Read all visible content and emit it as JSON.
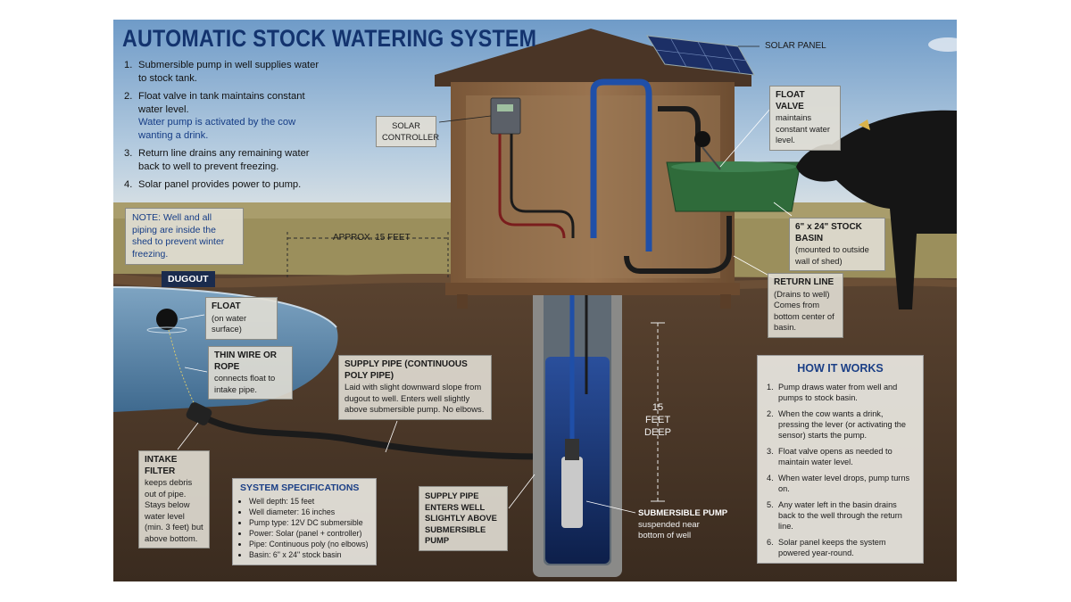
{
  "title": "AUTOMATIC STOCK WATERING SYSTEM",
  "steps": [
    {
      "num": "1.",
      "text": "Submersible pump in well supplies water to stock tank.",
      "note": ""
    },
    {
      "num": "2.",
      "text": "Float valve in tank maintains constant water level.",
      "note": "Water pump is activated by the cow wanting a drink."
    },
    {
      "num": "3.",
      "text": "Return line drains any remaining water back to well to prevent freezing.",
      "note": ""
    },
    {
      "num": "4.",
      "text": "Solar panel provides power to pump.",
      "note": ""
    }
  ],
  "note": "NOTE: Well and all piping are inside the shed to prevent winter freezing.",
  "labels": {
    "solar_panel": "SOLAR PANEL",
    "solar_controller": "SOLAR CONTROLLER",
    "float_valve": {
      "head": "FLOAT VALVE",
      "text": "maintains constant water level."
    },
    "stock_basin": {
      "head": "6\" x 24\" STOCK BASIN",
      "text": "(mounted to outside wall of shed)"
    },
    "return_line": {
      "head": "RETURN LINE",
      "text1": "(Drains to well)",
      "text2": "Comes from bottom center of basin."
    },
    "dugout": "DUGOUT",
    "float": {
      "head": "FLOAT",
      "text": "(on water surface)"
    },
    "wire": {
      "head": "THIN WIRE OR ROPE",
      "text": "connects float to intake pipe."
    },
    "supply_pipe": {
      "head": "SUPPLY PIPE (CONTINUOUS POLY PIPE)",
      "text": "Laid with slight downward slope from dugout to well. Enters well slightly above submersible pump. No elbows."
    },
    "intake_filter": {
      "head": "INTAKE FILTER",
      "text": "keeps debris out of pipe. Stays below water level (min. 3 feet) but above bottom."
    },
    "supply_enters": "SUPPLY PIPE ENTERS WELL SLIGHTLY ABOVE SUBMERSIBLE PUMP",
    "submersible_pump": {
      "head": "SUBMERSIBLE PUMP",
      "text": "suspended near bottom of well"
    },
    "distance": "APPROX. 15 FEET",
    "depth_line1": "15 FEET",
    "depth_line2": "DEEP"
  },
  "specs": {
    "title": "SYSTEM SPECIFICATIONS",
    "items": [
      "Well depth: 15 feet",
      "Well diameter: 16 inches",
      "Pump type: 12V DC submersible",
      "Power: Solar (panel + controller)",
      "Pipe: Continuous poly (no elbows)",
      "Basin: 6\" x 24\" stock basin"
    ]
  },
  "how_it_works": {
    "title": "HOW IT WORKS",
    "items": [
      {
        "n": "1.",
        "text": "Pump draws water from well and pumps to stock basin."
      },
      {
        "n": "2.",
        "text": "When the cow wants a drink, pressing the lever (or activating the sensor) starts the pump."
      },
      {
        "n": "3.",
        "text": "Float valve opens as needed to maintain water level."
      },
      {
        "n": "4.",
        "text": "When water level drops, pump turns on."
      },
      {
        "n": "5.",
        "text": "Any water left in the basin drains back to the well through the return line."
      },
      {
        "n": "6.",
        "text": "Solar panel keeps the system powered year-round."
      }
    ]
  },
  "colors": {
    "title": "#13336e",
    "sky": "#8fb3d3",
    "grass": "#9b8f5c",
    "soil": "#4e3a29",
    "water": "#5d86a8",
    "shed": "#8a6440",
    "basin": "#2f6b3a",
    "supply_pipe": "#1f4fa8",
    "return_pipe": "#222222",
    "power_wire": "#7a1d1d"
  },
  "icons": [
    "solar-panel-icon",
    "solar-controller-icon",
    "float-ball-icon",
    "intake-filter-icon",
    "submersible-pump-icon",
    "cow-icon",
    "shed-icon"
  ]
}
